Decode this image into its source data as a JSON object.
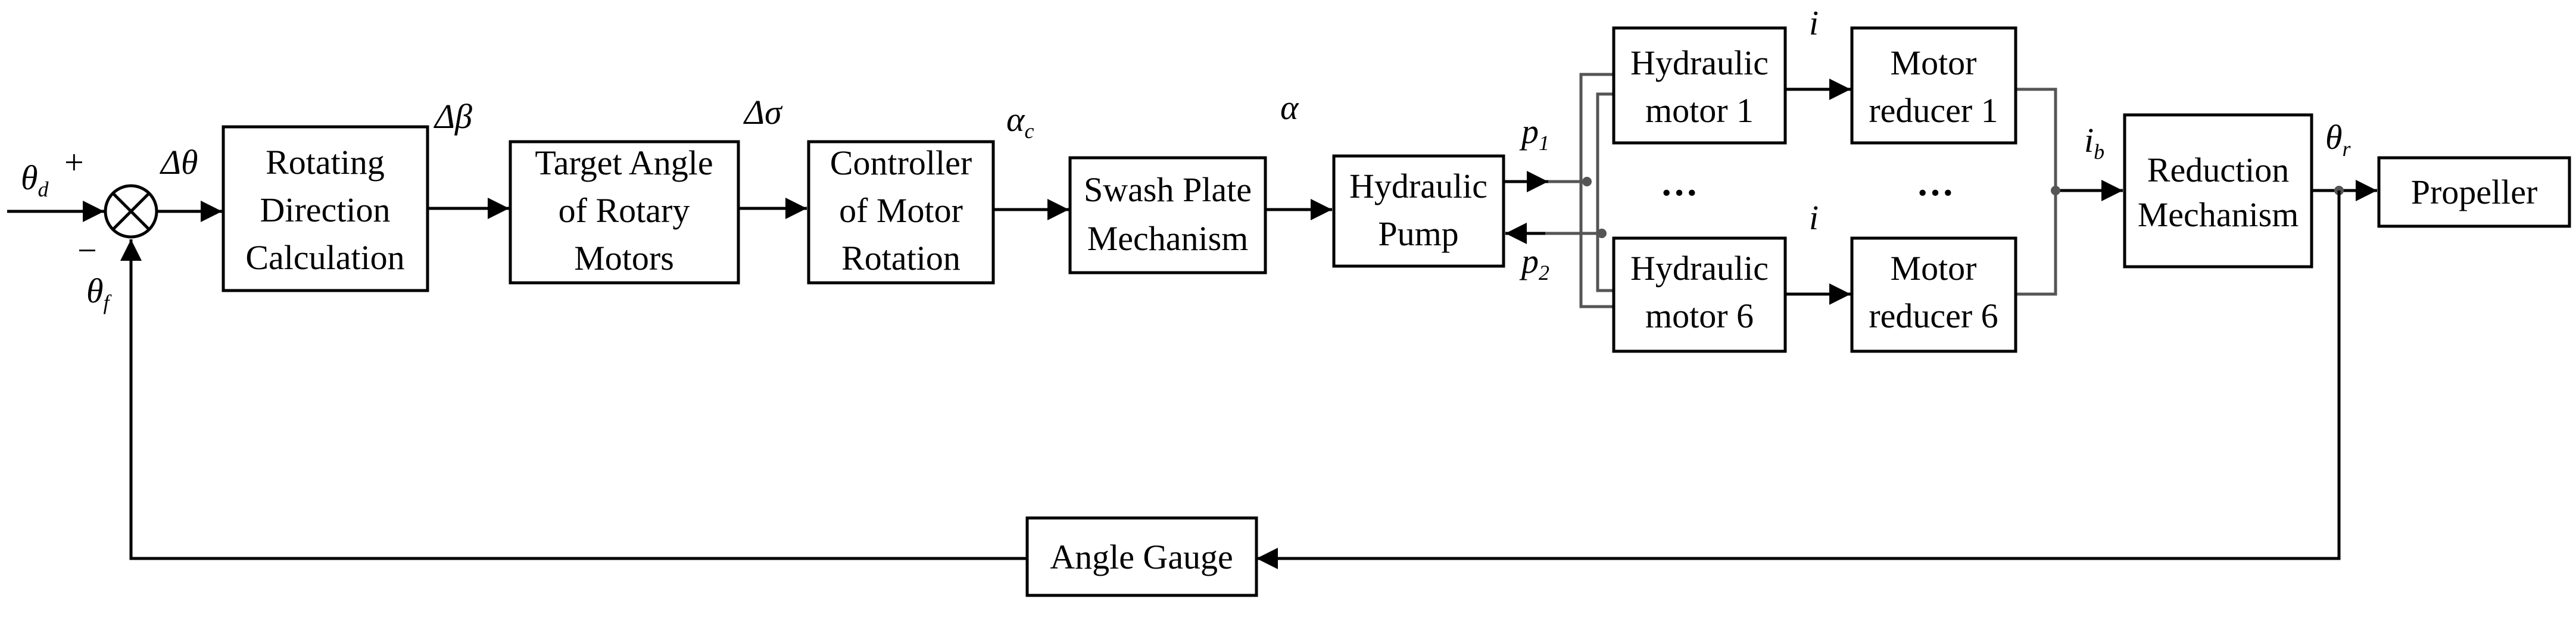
{
  "blocks": {
    "rotating_direction_calculation": [
      "Rotating",
      "Direction",
      "Calculation"
    ],
    "target_angle_of_rotary_motors": [
      "Target Angle",
      "of Rotary",
      "Motors"
    ],
    "controller_of_motor_rotation": [
      "Controller",
      "of Motor",
      "Rotation"
    ],
    "swash_plate_mechanism": [
      "Swash Plate",
      "Mechanism"
    ],
    "hydraulic_pump": [
      "Hydraulic",
      "Pump"
    ],
    "hydraulic_motor_1": [
      "Hydraulic",
      "motor 1"
    ],
    "hydraulic_motor_6": [
      "Hydraulic",
      "motor 6"
    ],
    "motor_reducer_1": [
      "Motor",
      "reducer 1"
    ],
    "motor_reducer_6": [
      "Motor",
      "reducer 6"
    ],
    "reduction_mechanism": [
      "Reduction",
      "Mechanism"
    ],
    "propeller": [
      "Propeller"
    ],
    "angle_gauge": [
      "Angle Gauge"
    ]
  },
  "signals": {
    "theta_in": {
      "base": "θ",
      "sub": "d"
    },
    "plus_sign": "+",
    "minus_sign": "−",
    "delta_theta": "Δθ",
    "theta_fb": {
      "base": "θ",
      "sub": "f"
    },
    "delta_beta": "Δβ",
    "delta_omega": "Δσ",
    "alpha_c": {
      "base": "α",
      "sub": "c"
    },
    "alpha": "α",
    "p1": {
      "base": "p",
      "sub": "1"
    },
    "p2": {
      "base": "p",
      "sub": "2"
    },
    "i_top": "i",
    "i_bottom": "i",
    "i_b": {
      "base": "i",
      "sub": "b"
    },
    "theta_out": {
      "base": "θ",
      "sub": "r"
    }
  },
  "ellipsis": {
    "motors": "···",
    "reducers": "···"
  }
}
